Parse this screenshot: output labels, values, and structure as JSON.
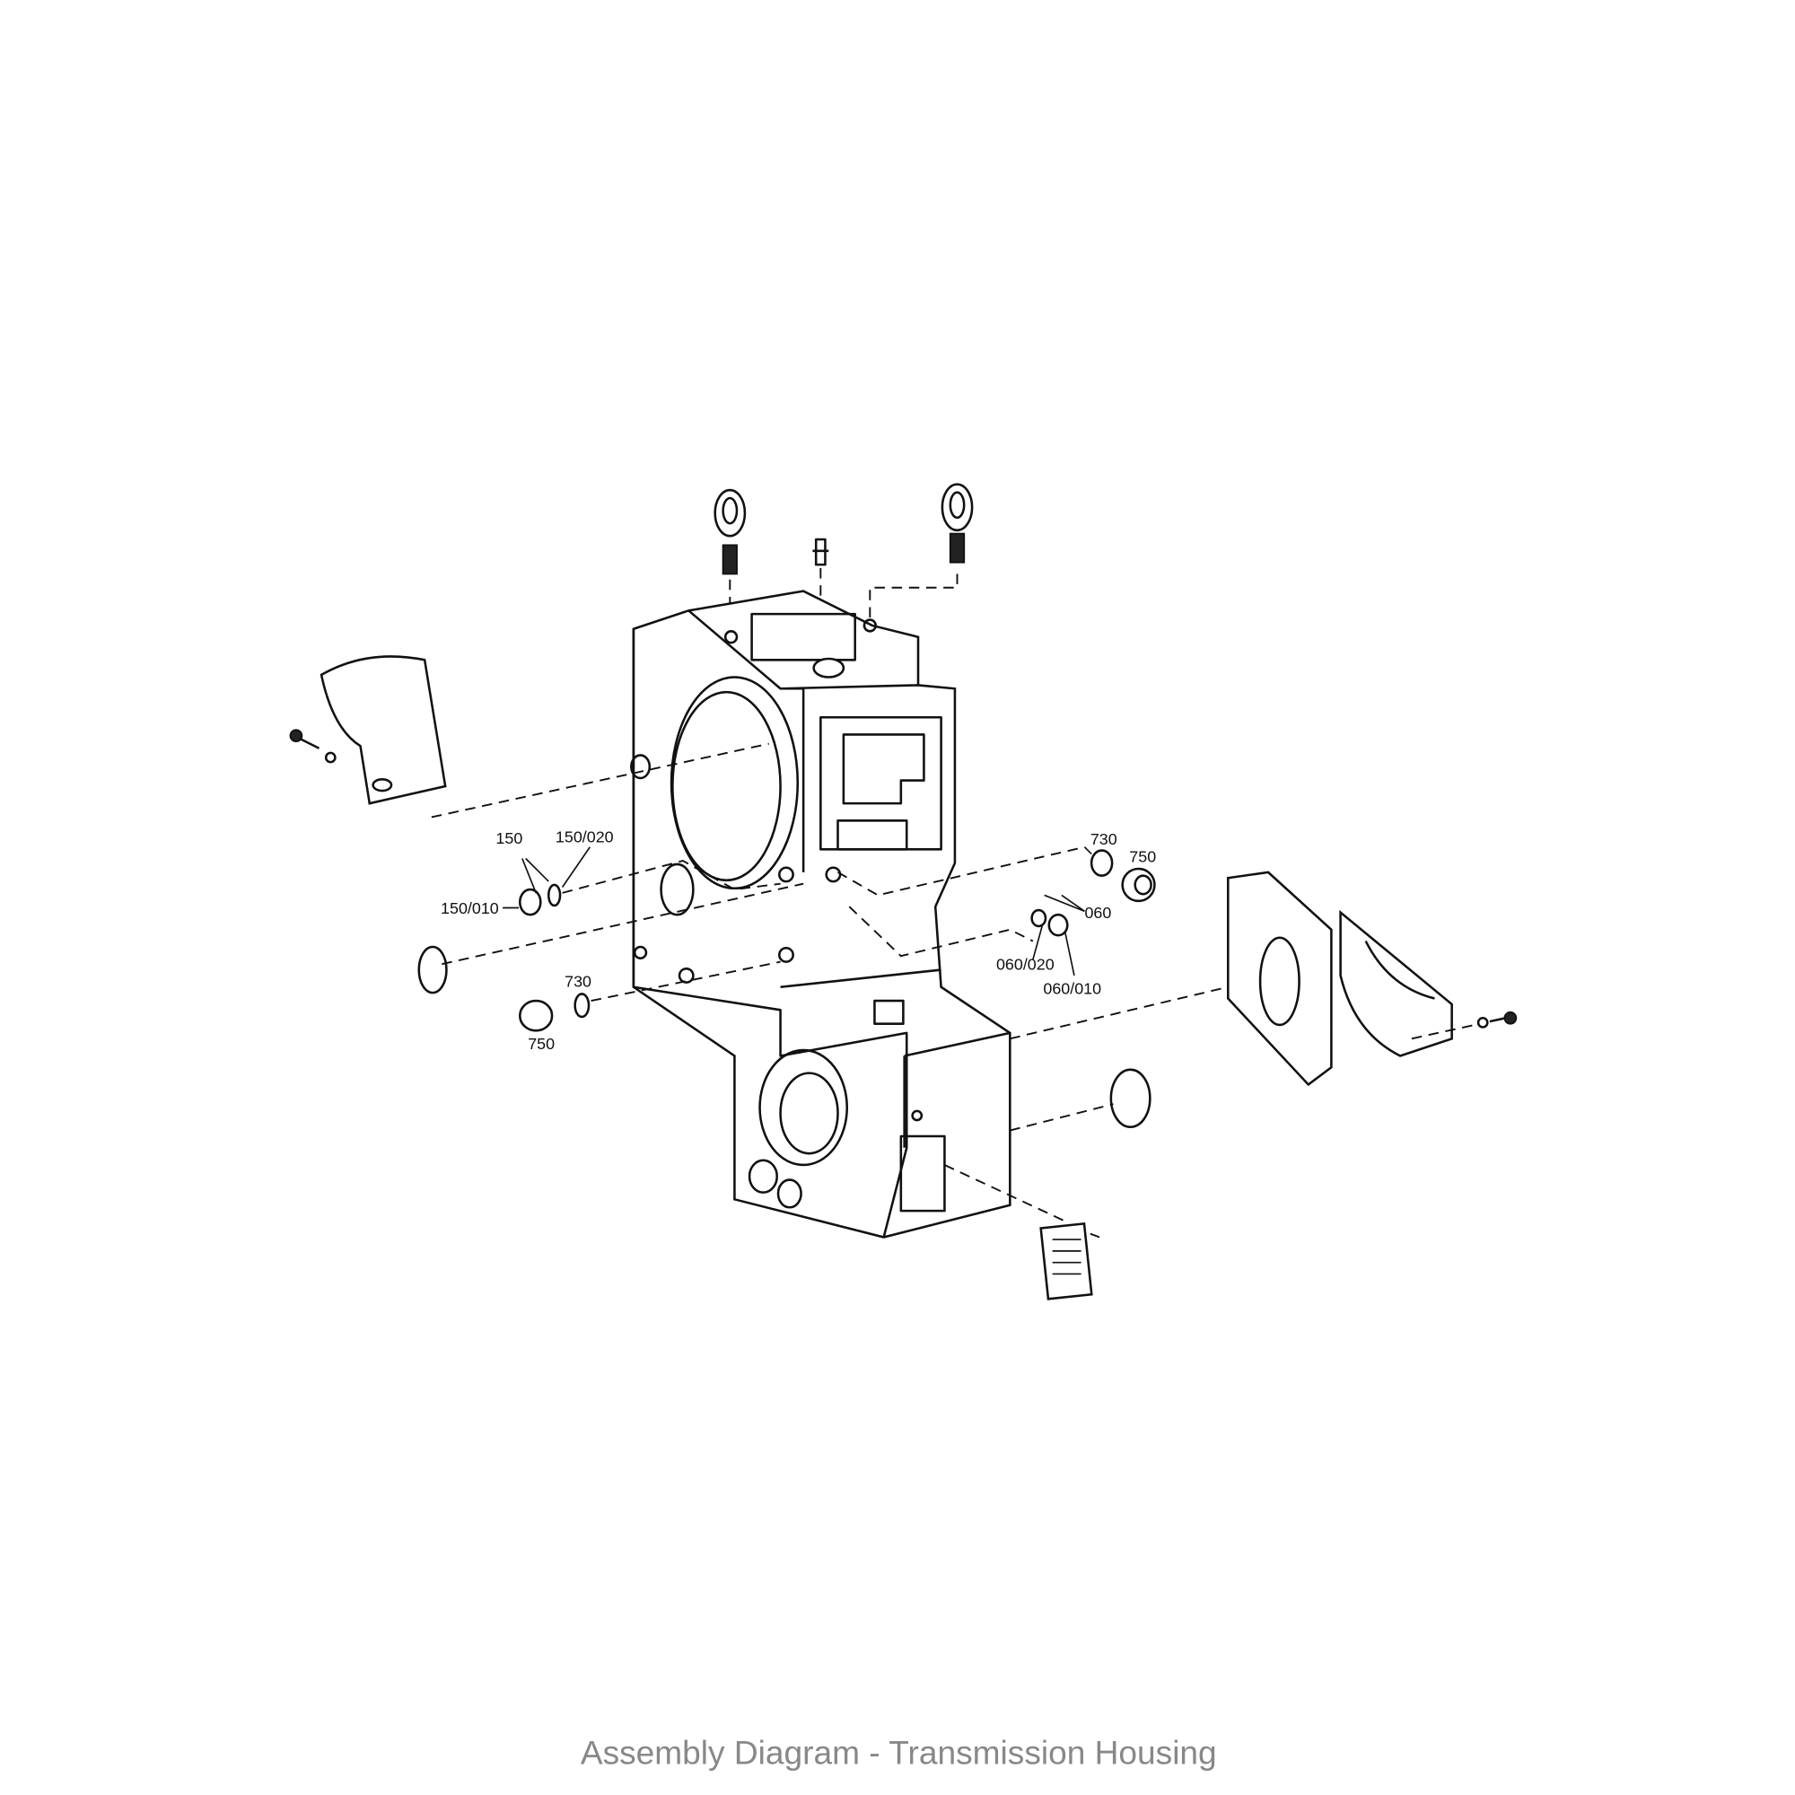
{
  "caption": "Assembly Diagram - Transmission Housing",
  "callouts": {
    "p150": "150",
    "p150_020": "150/020",
    "p150_010": "150/010",
    "p730_left": "730",
    "p750_left": "750",
    "p730_right": "730",
    "p750_right": "750",
    "p060": "060",
    "p060_020": "060/020",
    "p060_010": "060/010"
  }
}
